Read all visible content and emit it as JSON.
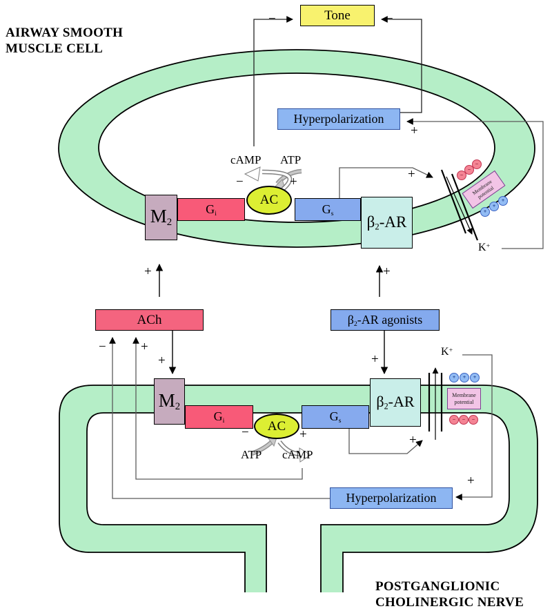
{
  "titles": {
    "cell_l1": "AIRWAY SMOOTH",
    "cell_l2": "MUSCLE CELL",
    "nerve_l1": "POSTGANGLIONIC",
    "nerve_l2": "CHOLINERGIC NERVE"
  },
  "boxes": {
    "tone": "Tone",
    "hyperpolarization": "Hyperpolarization",
    "ach": "ACh"
  },
  "receptors": {
    "m_base": "M",
    "m_sub": "2",
    "g_base": "G",
    "gi_sub": "i",
    "gs_sub": "s",
    "ac": "AC",
    "b2_base": "β",
    "b2_sub": "2",
    "b2_rest": "-AR",
    "agonists_rest": "-AR agonists"
  },
  "molecules": {
    "camp": "cAMP",
    "atp": "ATP",
    "k_base": "K",
    "k_sup": "+"
  },
  "membrane_potential": {
    "line1": "Membrane",
    "line2": "potential"
  },
  "signs": {
    "plus": "+",
    "minus": "−"
  },
  "ions": {
    "positive": "+",
    "negative": "−"
  },
  "colors": {
    "membrane_green": "#b5eec7",
    "tone_yellow": "#f8f26e",
    "hyperpolarization_blue": "#8db6f2",
    "ach_pink": "#f4647f",
    "agonist_blue": "#84aaee",
    "m2_mauve": "#c6abbe",
    "gi_pink": "#f85a78",
    "gs_blue": "#86aaee",
    "ac_yellow": "#dcee33",
    "b2ar_cyan": "#c9eee9",
    "membrane_potential_pink": "#f2c4e6",
    "ion_red": "#f48494",
    "ion_blue": "#92bcf4"
  }
}
